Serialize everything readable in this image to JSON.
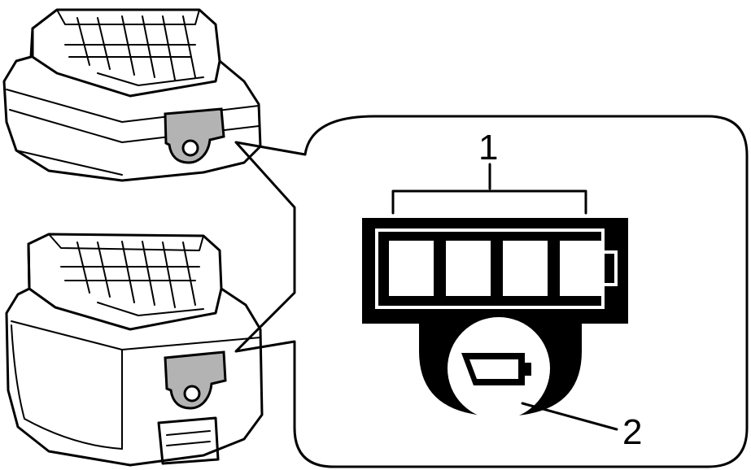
{
  "callouts": {
    "label_1": "1",
    "label_2": "2"
  },
  "colors": {
    "line": "#000000",
    "background": "#ffffff",
    "indicator_panel": "#b3b3b3",
    "lamp_fill": "#ffffff"
  },
  "indicator": {
    "lamp_count": 4
  },
  "icons": {
    "battery_small": "battery-icon",
    "check_button": "button-icon"
  }
}
